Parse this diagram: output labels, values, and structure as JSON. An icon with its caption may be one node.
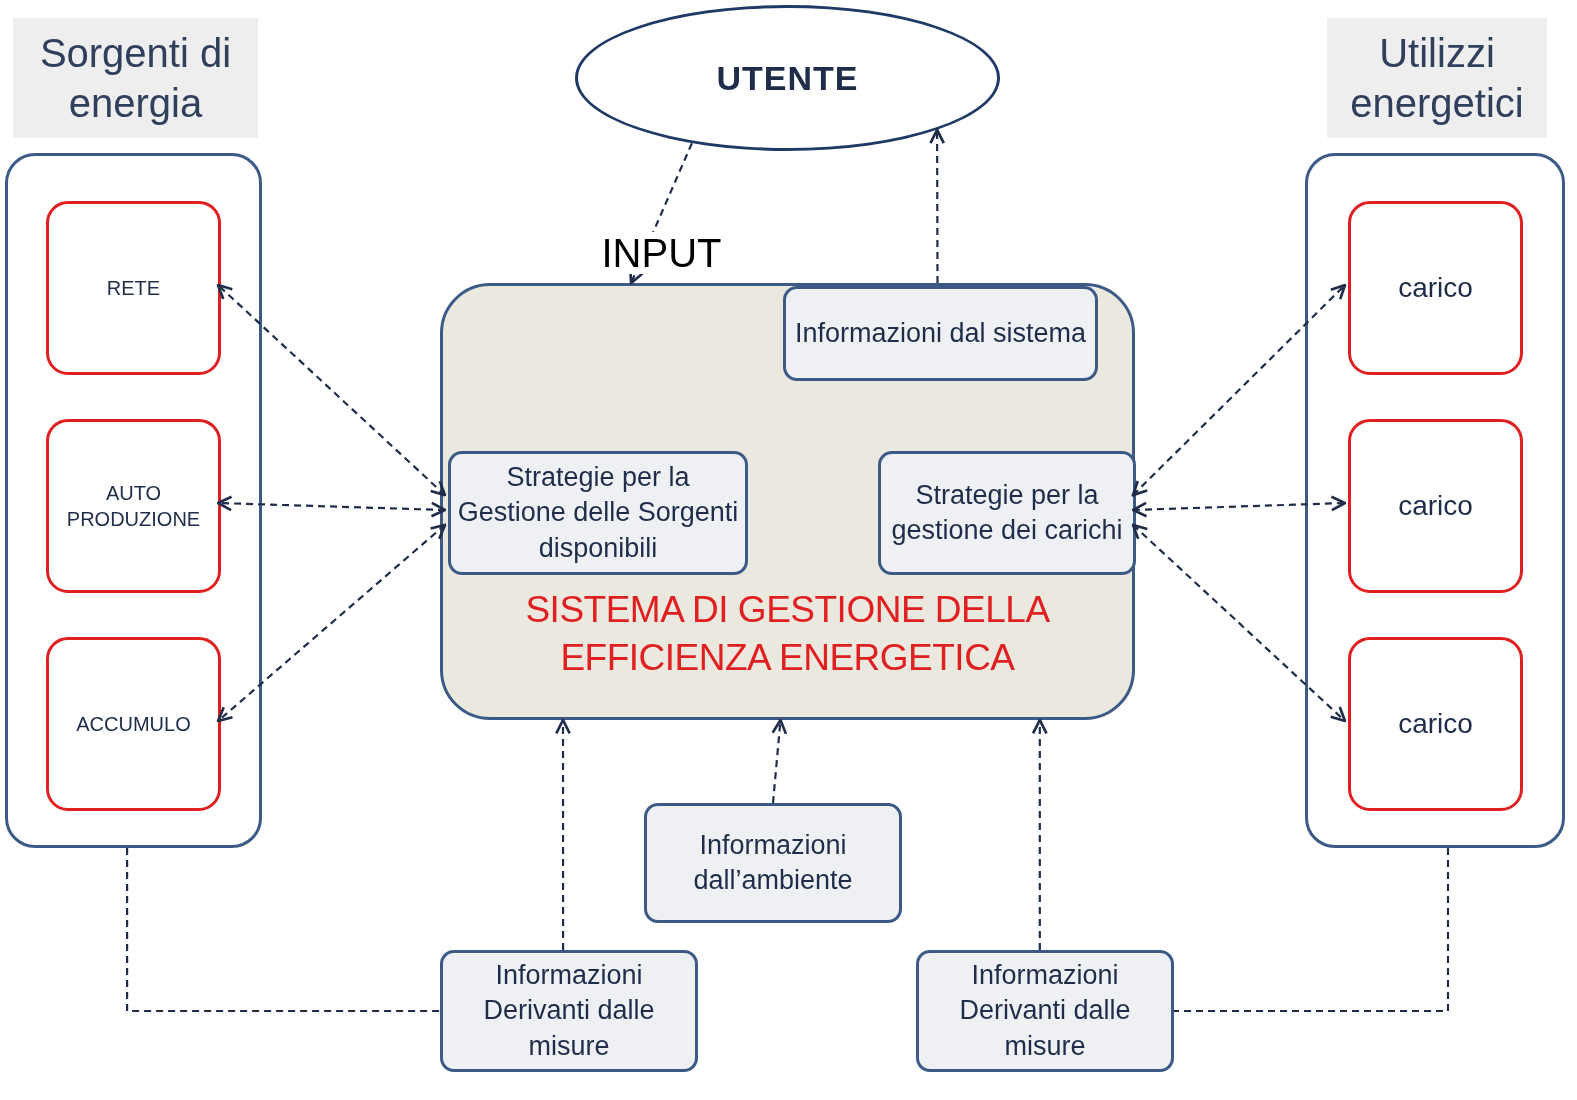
{
  "diagram": {
    "nodes": [
      {
        "text": [
          "Sorgenti di energia"
        ]
      },
      {
        "text": [
          "RETE"
        ],
        "in": 0
      },
      {
        "text": [
          "AUTO PRODUZIONE"
        ],
        "in": 0
      },
      {
        "text": [
          "ACCUMULO"
        ],
        "in": 0
      },
      {
        "text": [
          "UTENTE"
        ]
      },
      {
        "text": [
          "Utilizzi energetici"
        ]
      },
      {
        "text": [
          "carico"
        ],
        "in": 5
      },
      {
        "text": [
          "carico"
        ],
        "in": 5
      },
      {
        "text": [
          "carico"
        ],
        "in": 5
      },
      {
        "text": [
          "SISTEMA DI GESTIONE DELLA EFFICIENZA ENERGETICA"
        ]
      },
      {
        "text": [
          "Informazioni dal sistema"
        ],
        "in": 9
      },
      {
        "text": [
          "Strategie per la Gestione delle Sorgenti disponibili"
        ],
        "in": 9
      },
      {
        "text": [
          "Strategie per la gestione dei carichi"
        ],
        "in": 9
      },
      {
        "text": [
          "Informazioni dall’ambiente"
        ]
      },
      {
        "text": [
          "Informazioni Derivanti dalle misure"
        ]
      },
      {
        "text": [
          "Informazioni Derivanti dalle misure"
        ]
      }
    ],
    "edges": [
      {
        "from": 4,
        "to": 9,
        "arrow": "to",
        "label": "INPUT",
        "style": "dashed"
      },
      {
        "from": 10,
        "to": 4,
        "arrow": "to",
        "style": "dashed"
      },
      {
        "from": 11,
        "to": 1,
        "arrow": "both",
        "style": "dashed"
      },
      {
        "from": 11,
        "to": 2,
        "arrow": "both",
        "style": "dashed"
      },
      {
        "from": 11,
        "to": 3,
        "arrow": "both",
        "style": "dashed"
      },
      {
        "from": 12,
        "to": 6,
        "arrow": "both",
        "style": "dashed"
      },
      {
        "from": 12,
        "to": 7,
        "arrow": "both",
        "style": "dashed"
      },
      {
        "from": 12,
        "to": 8,
        "arrow": "both",
        "style": "dashed"
      },
      {
        "from": 14,
        "to": 9,
        "arrow": "to",
        "style": "dashed"
      },
      {
        "from": 13,
        "to": 9,
        "arrow": "to",
        "style": "dashed"
      },
      {
        "from": 15,
        "to": 9,
        "arrow": "to",
        "style": "dashed"
      },
      {
        "from": 0,
        "to": 14,
        "arrow": "none",
        "style": "dashed"
      },
      {
        "from": 5,
        "to": 15,
        "arrow": "none",
        "style": "dashed"
      }
    ]
  }
}
